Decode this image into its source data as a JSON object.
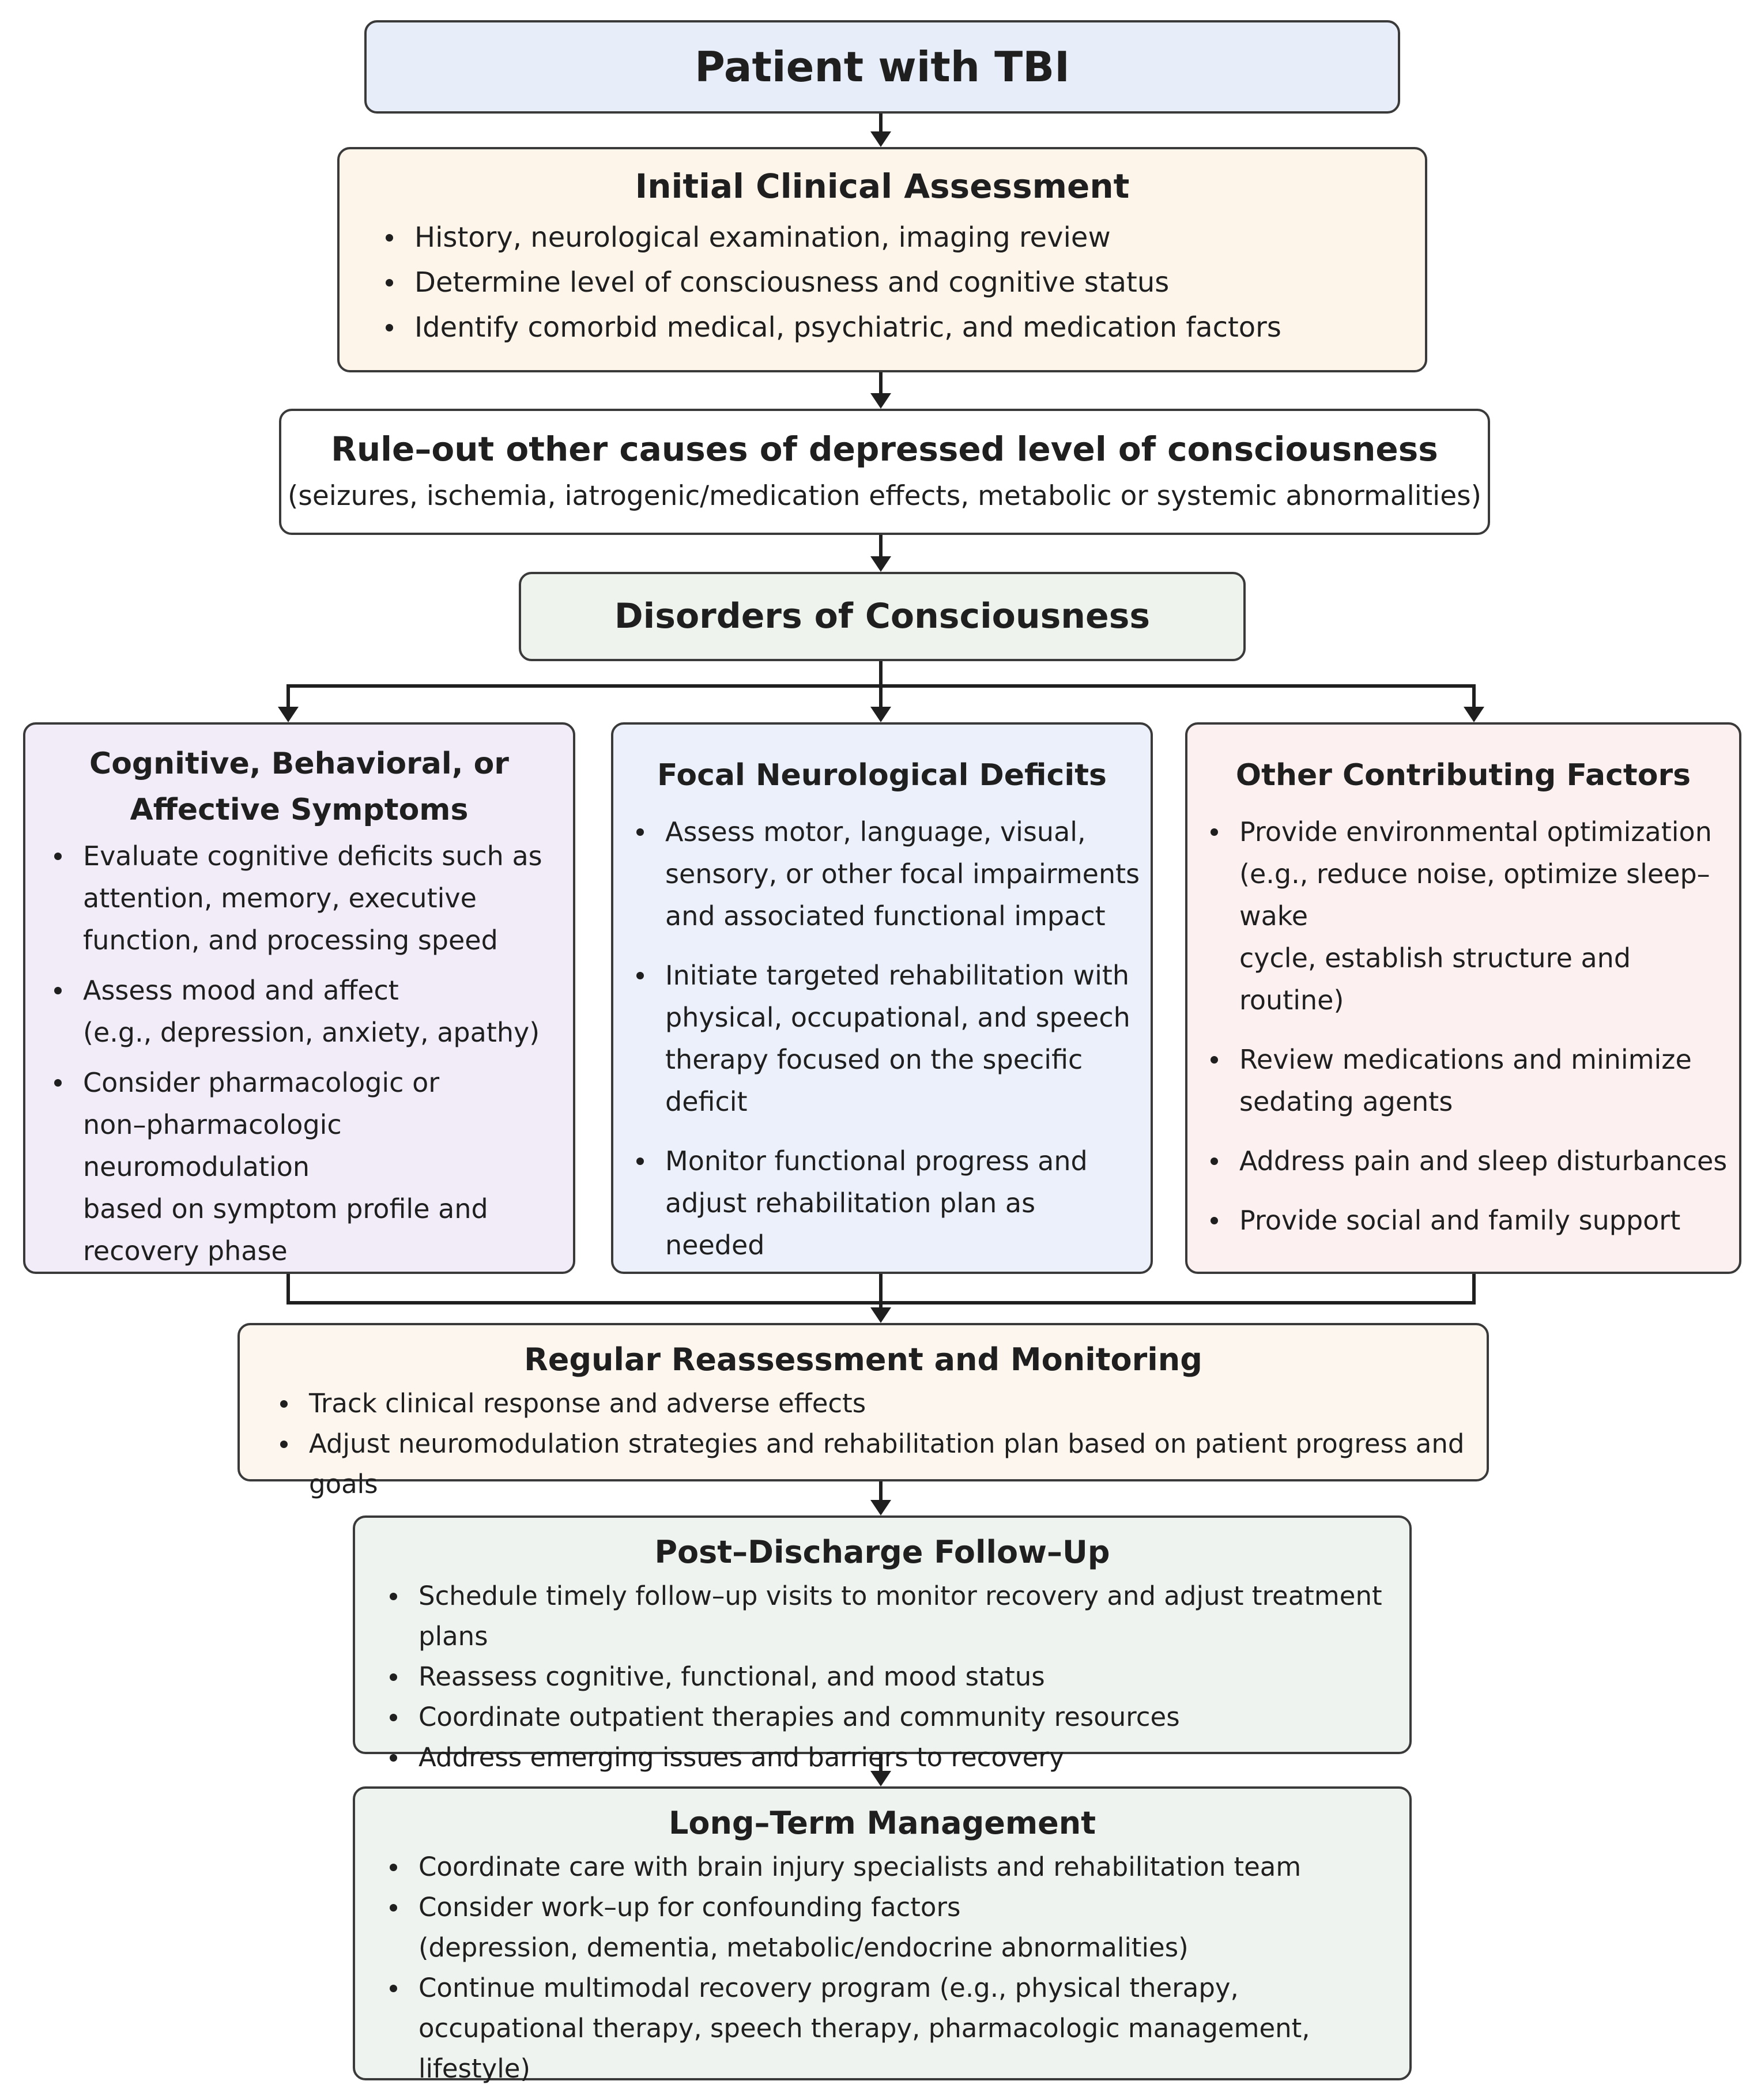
{
  "boxes": {
    "patient": {
      "title": "Patient with TBI"
    },
    "assessment": {
      "title": "Initial Clinical Assessment",
      "items": [
        "History, neurological examination, imaging review",
        "Determine level of consciousness and cognitive status",
        "Identify comorbid medical, psychiatric, and medication factors"
      ]
    },
    "ruleout": {
      "title": "Rule–out other causes of depressed level of consciousness",
      "subtitle": "(seizures, ischemia, iatrogenic/medication effects, metabolic or systemic abnormalities)"
    },
    "doc": {
      "title": "Disorders of Consciousness"
    },
    "cognitive": {
      "title_line1": "Cognitive, Behavioral, or",
      "title_line2": "Affective Symptoms",
      "items": [
        {
          "l1": "Evaluate cognitive deficits such as",
          "l2": "attention, memory, executive",
          "l3": "function, and processing speed"
        },
        {
          "l1": "Assess mood and affect",
          "l2": "(e.g., depression, anxiety, apathy)"
        },
        {
          "l1": "Consider pharmacologic or",
          "l2": "non–pharmacologic neuromodulation",
          "l3": "based on symptom profile and",
          "l4": "recovery phase"
        }
      ]
    },
    "focal": {
      "title": "Focal Neurological Deficits",
      "items": [
        {
          "l1": "Assess motor, language, visual,",
          "l2": "sensory, or other focal impairments",
          "l3": "and associated functional impact"
        },
        {
          "l1": "Initiate targeted rehabilitation with",
          "l2": "physical, occupational, and speech",
          "l3": "therapy focused on the specific deficit"
        },
        {
          "l1": "Monitor functional progress and",
          "l2": "adjust rehabilitation plan as needed"
        }
      ]
    },
    "other": {
      "title": "Other Contributing Factors",
      "items": [
        {
          "l1": "Provide environmental optimization",
          "l2": "(e.g., reduce noise, optimize sleep–wake",
          "l3": "cycle, establish structure and routine)"
        },
        {
          "l1": "Review medications and minimize",
          "l2": "sedating agents"
        },
        {
          "l1": "Address pain and sleep disturbances"
        },
        {
          "l1": "Provide social and family support"
        }
      ]
    },
    "reassess": {
      "title": "Regular Reassessment and Monitoring",
      "items": [
        "Track clinical response and adverse effects",
        "Adjust neuromodulation strategies and rehabilitation plan based on patient progress and goals"
      ]
    },
    "postdischarge": {
      "title": "Post–Discharge Follow–Up",
      "items": [
        "Schedule timely follow–up visits to monitor recovery and adjust treatment plans",
        "Reassess cognitive, functional, and mood status",
        "Coordinate outpatient therapies and community resources",
        "Address emerging issues and barriers to recovery"
      ]
    },
    "longterm": {
      "title": "Long–Term Management",
      "items": [
        {
          "l1": "Coordinate care with brain injury specialists and rehabilitation team"
        },
        {
          "l1": "Consider work–up for confounding factors",
          "l2": "(depression, dementia, metabolic/endocrine abnormalities)"
        },
        {
          "l1": "Continue multimodal recovery program (e.g., physical therapy,",
          "l2": "occupational therapy, speech therapy, pharmacologic management, lifestyle)"
        }
      ]
    }
  },
  "colors": {
    "patient": "#e8eef9",
    "assessment": "#fdf5ea",
    "ruleout": "#ffffff",
    "doc": "#eef3ee",
    "cognitive": "#f1ecf8",
    "focal": "#ebf0fa",
    "other": "#fdf0f1",
    "reassess": "#fdf6ee",
    "postdischarge": "#eff3ef",
    "longterm": "#eff3ef",
    "border": "#3a3a3a",
    "connector": "#1f1f1f"
  }
}
